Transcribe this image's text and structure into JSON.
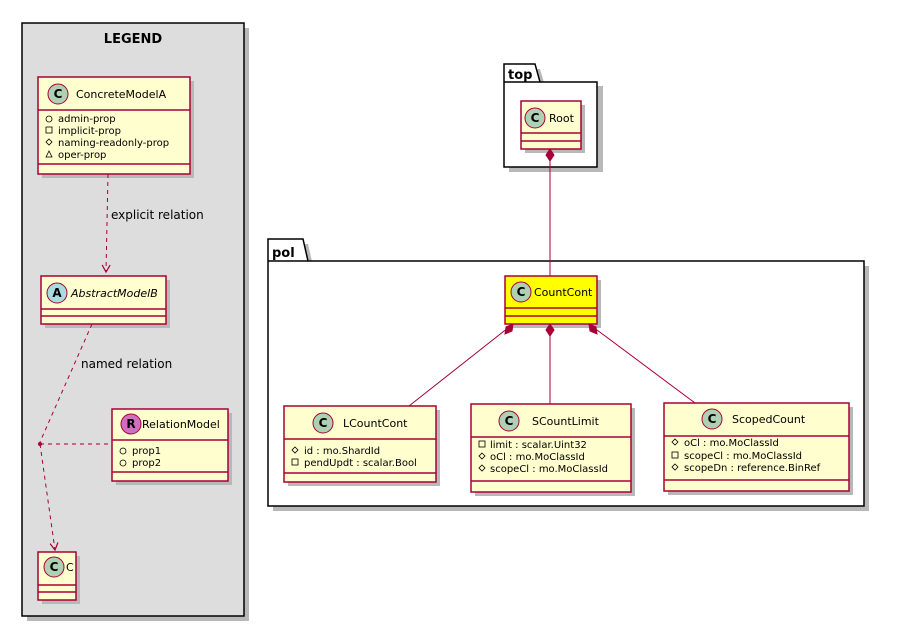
{
  "legend": {
    "title": "LEGEND",
    "concrete": {
      "stereotype_letter": "C",
      "name": "ConcreteModelA",
      "members": [
        "admin-prop",
        "implicit-prop",
        "naming-readonly-prop",
        "oper-prop"
      ]
    },
    "explicit_relation_label": "explicit relation",
    "abstract": {
      "stereotype_letter": "A",
      "name": "AbstractModelB"
    },
    "named_relation_label": "named relation",
    "relation_model": {
      "stereotype_letter": "R",
      "name": "RelationModel",
      "members": [
        "prop1",
        "prop2"
      ]
    },
    "target": {
      "stereotype_letter": "C",
      "name": "C"
    }
  },
  "packages": {
    "top": {
      "title": "top"
    },
    "pol": {
      "title": "pol"
    }
  },
  "classes": {
    "root": {
      "stereotype_letter": "C",
      "name": "Root"
    },
    "countcont": {
      "stereotype_letter": "C",
      "name": "CountCont"
    },
    "lcountcont": {
      "stereotype_letter": "C",
      "name": "LCountCont",
      "members": [
        "id : mo.ShardId",
        "pendUpdt : scalar.Bool"
      ]
    },
    "scountlimit": {
      "stereotype_letter": "C",
      "name": "SCountLimit",
      "members": [
        "limit : scalar.Uint32",
        "oCl : mo.MoClassId",
        "scopeCl : mo.MoClassId"
      ]
    },
    "scopedcount": {
      "stereotype_letter": "C",
      "name": "ScopedCount",
      "members": [
        "oCl : mo.MoClassId",
        "scopeCl : mo.MoClassId",
        "scopeDn : reference.BinRef"
      ]
    }
  },
  "colors": {
    "class_fill": "#FEFECE",
    "class_border": "#A80036",
    "highlight_fill": "#FFFF00",
    "class_badge": "#ADD1B2",
    "abstract_badge": "#A9DCDF",
    "relation_badge": "#D06FC2",
    "legend_bg": "#DDDDDD"
  }
}
